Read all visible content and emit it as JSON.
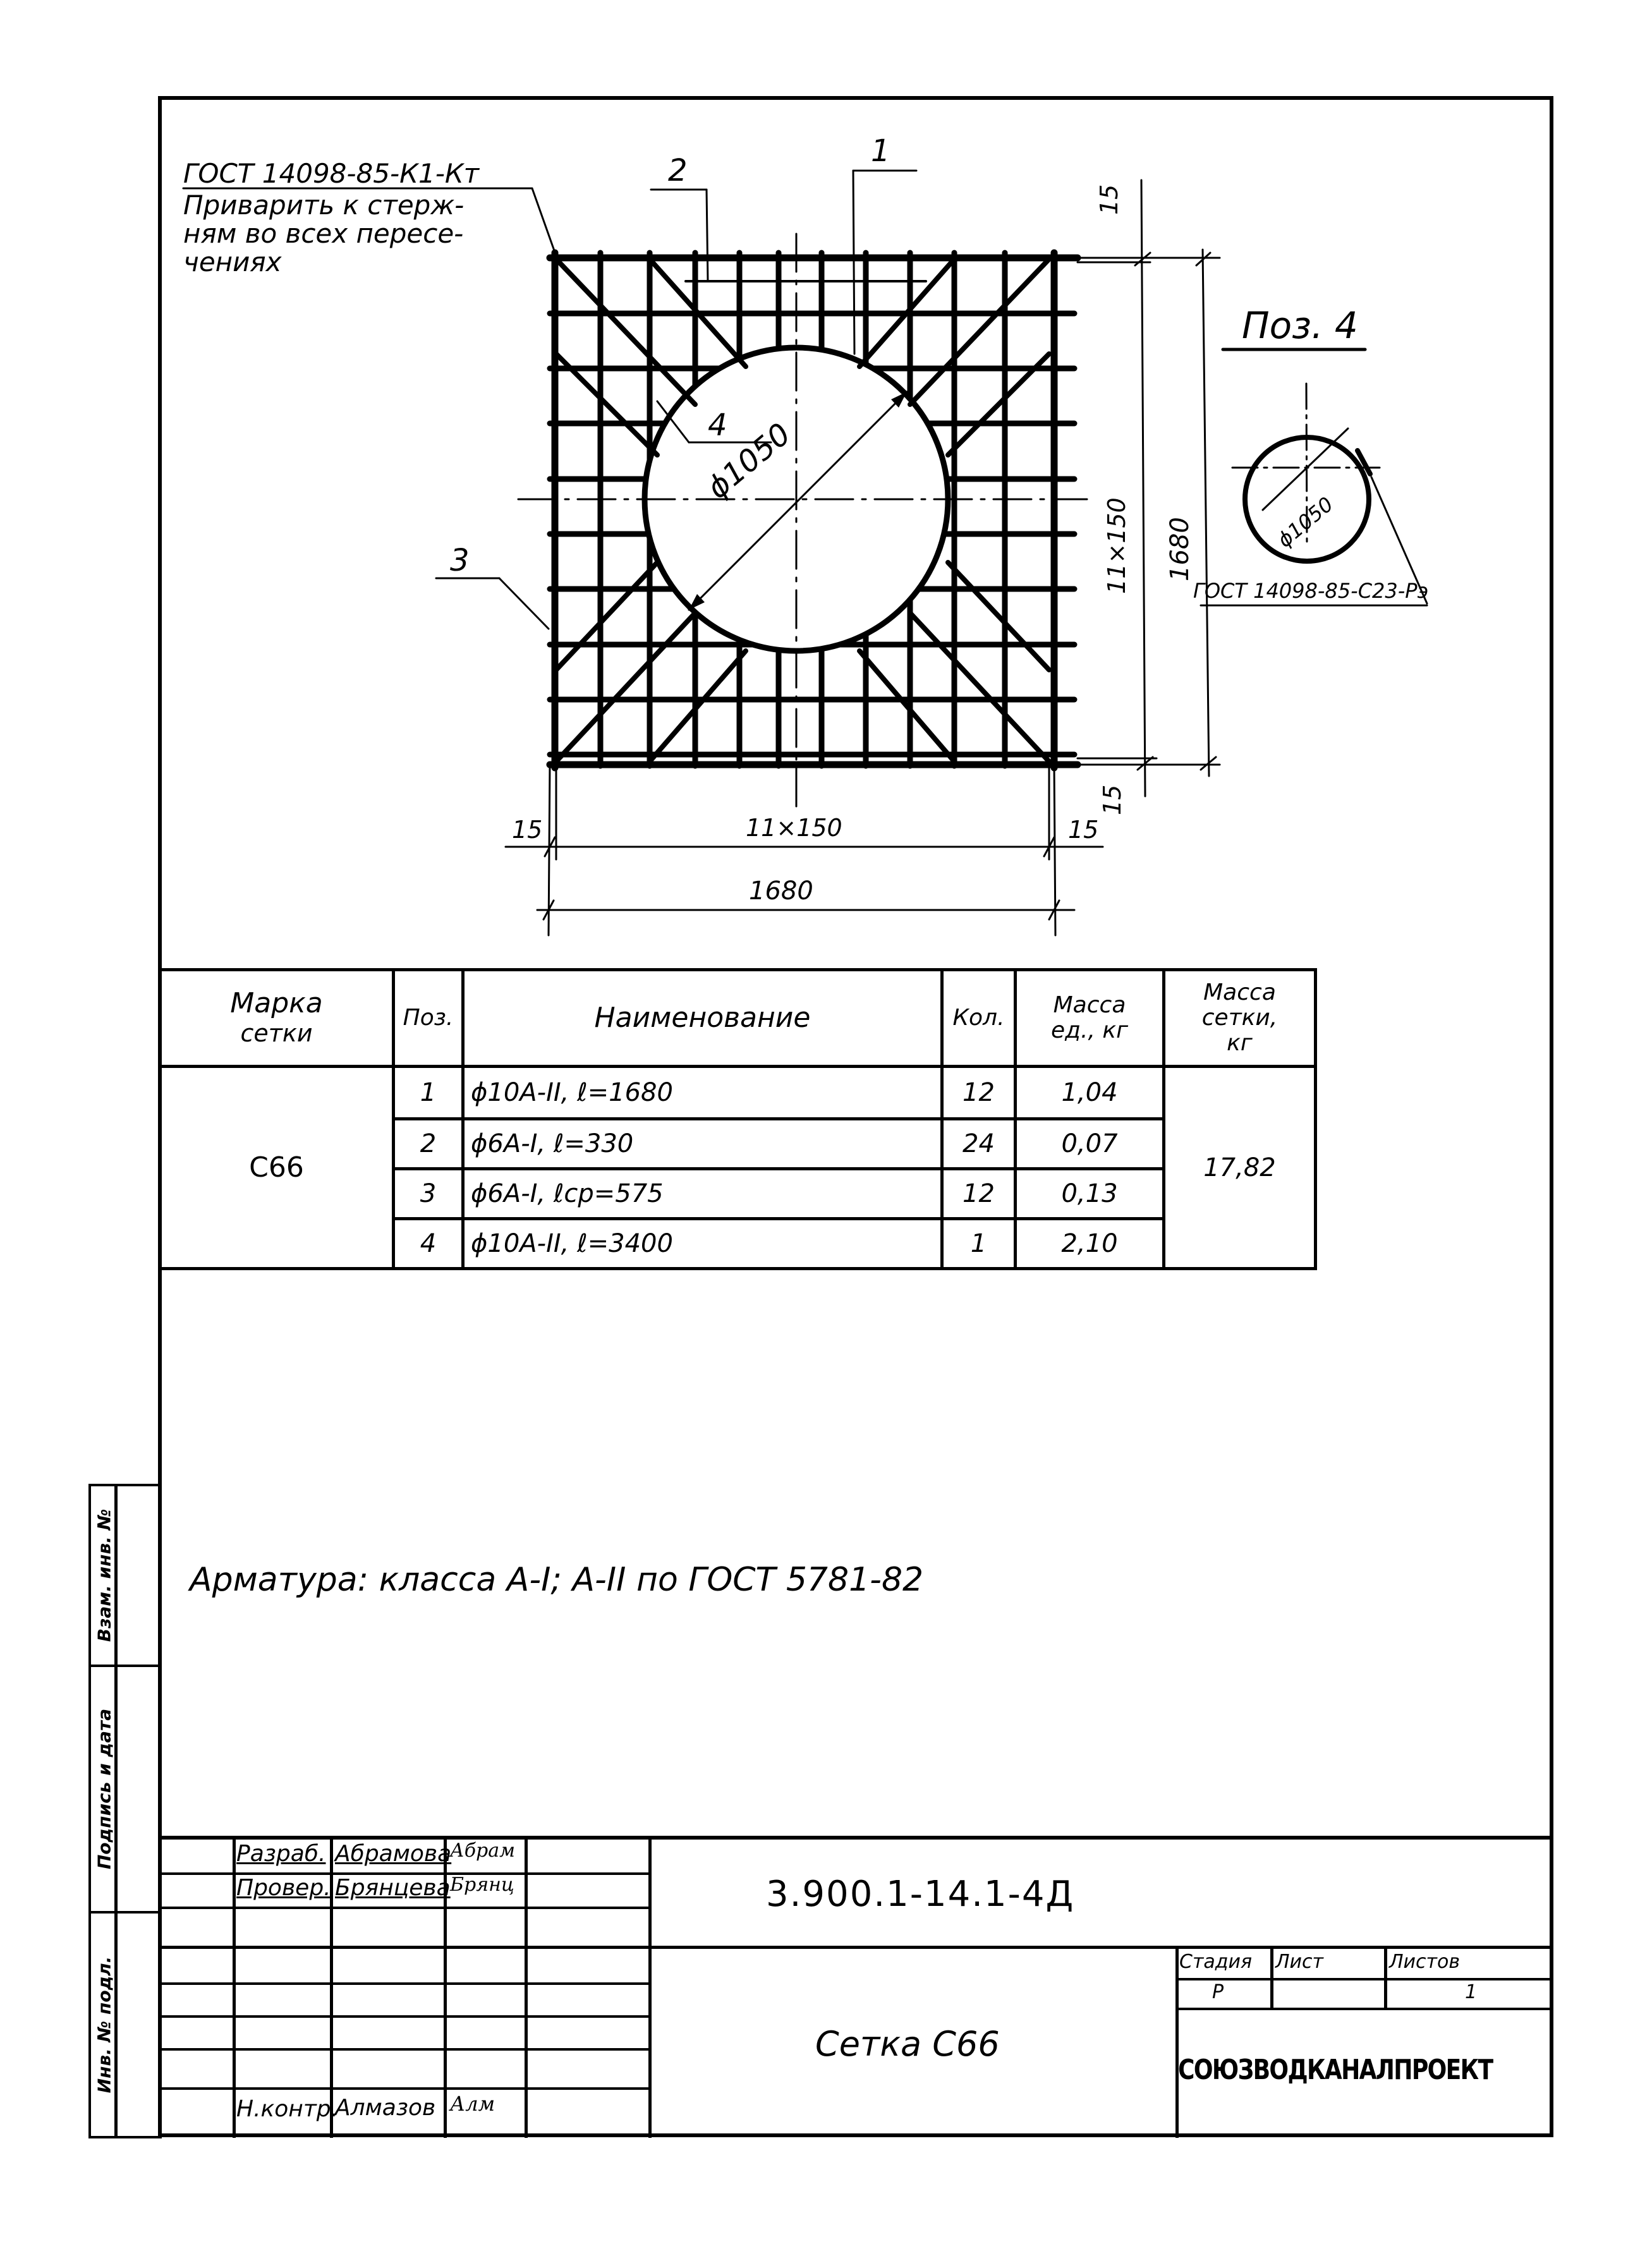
{
  "drawing": {
    "weld_note": {
      "gost": "ГОСТ 14098-85-К1-Кт",
      "lines": [
        "Приварить к стерж-",
        "ням во всех пересе-",
        "чениях"
      ]
    },
    "position_labels": [
      "1",
      "2",
      "3",
      "4"
    ],
    "diameter_label": "ϕ1050",
    "dimensions": {
      "bottom_edge_left": "15",
      "bottom_edge_right": "15",
      "bottom_spacing": "11×150",
      "bottom_total": "1680",
      "right_edge_top": "15",
      "right_edge_bottom": "15",
      "right_spacing": "11×150",
      "right_total": "1680"
    },
    "detail": {
      "title": "Поз. 4",
      "diameter_label": "ϕ1050",
      "weld_gost": "ГОСТ 14098-85-С23-Рэ"
    }
  },
  "spec_table": {
    "headers": {
      "mark": [
        "Марка",
        "сетки"
      ],
      "pos": "Поз.",
      "name": "Наименование",
      "qty": "Кол.",
      "unit_mass": [
        "Масса",
        "ед., кг"
      ],
      "mesh_mass": [
        "Масса",
        "сетки,",
        "кг"
      ]
    },
    "mark": "С66",
    "mesh_mass": "17,82",
    "rows": [
      {
        "pos": "1",
        "name": "ϕ10A-II, ℓ=1680",
        "qty": "12",
        "unit_mass": "1,04"
      },
      {
        "pos": "2",
        "name": "ϕ6A-I, ℓ=330",
        "qty": "24",
        "unit_mass": "0,07"
      },
      {
        "pos": "3",
        "name": "ϕ6A-I, ℓср=575",
        "qty": "12",
        "unit_mass": "0,13"
      },
      {
        "pos": "4",
        "name": "ϕ10A-II, ℓ=3400",
        "qty": "1",
        "unit_mass": "2,10"
      }
    ]
  },
  "material_note": "Арматура: класса A-I; A-II по ГОСТ 5781-82",
  "side_stamp": {
    "vzam": "Взам. инв. №",
    "podpis": "Подпись и дата",
    "inv": "Инв. № подл."
  },
  "title_block": {
    "roles": [
      {
        "role": "Разраб.",
        "name": "Абрамова",
        "signature": "Абрам"
      },
      {
        "role": "Провер.",
        "name": "Брянцева",
        "signature": "Брянц"
      },
      {
        "role": "Н.контр.",
        "name": "Алмазов",
        "signature": "Алм"
      }
    ],
    "document_code": "3.900.1-14.1-4Д",
    "sheet_title": "Сетка С66",
    "stage_header": "Стадия",
    "sheet_header": "Лист",
    "sheets_header": "Листов",
    "stage_value": "Р",
    "sheet_value": "",
    "sheets_value": "1",
    "organization": "СОЮЗВОДКАНАЛПРОЕКТ"
  }
}
